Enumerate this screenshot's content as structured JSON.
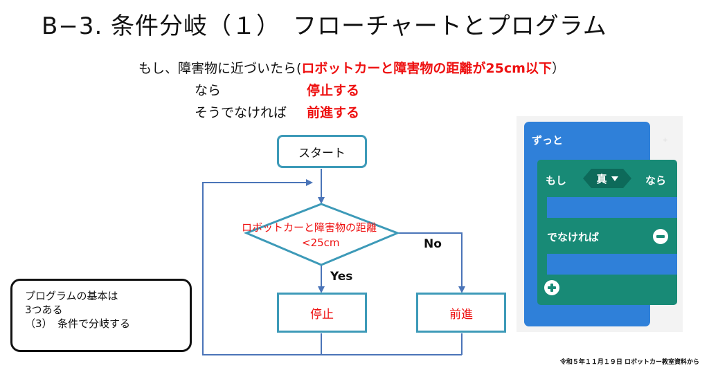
{
  "title": "B−3. 条件分岐（１）　フローチャートとプログラム",
  "explanation": {
    "line1_prefix": "もし、障害物に近づいたら(",
    "line1_condition": "ロボットカーと障害物の距離が25cm以下",
    "line1_suffix": "）",
    "then_label": "なら",
    "then_action": "停止する",
    "else_label": "そうでなければ",
    "else_action": "前進する"
  },
  "flowchart": {
    "start": "スタート",
    "condition_line1": "ロボットカーと障害物の距離",
    "condition_line2": "<25cm",
    "yes": "Yes",
    "no": "No",
    "yes_process": "停止",
    "no_process": "前進"
  },
  "note": {
    "line1": "プログラムの基本は",
    "line2": "3つある",
    "line3": "（3）　条件で分岐する"
  },
  "blocks": {
    "forever": "ずっと",
    "if": "もし",
    "true_value": "真",
    "then": "なら",
    "else": "でなければ",
    "icons": [
      "minus-circle-icon",
      "plus-circle-icon",
      "dropdown-caret-icon"
    ],
    "colors": {
      "loop": "#2f80d9",
      "logic": "#188a76",
      "boolean": "#0d6a5a"
    }
  },
  "colors": {
    "accent_red": "#ee1111",
    "flow_border": "#3d9ab8",
    "arrow": "#4a74b8"
  },
  "footer": "令和５年１１月１９日 ロボットカー教室資料から"
}
